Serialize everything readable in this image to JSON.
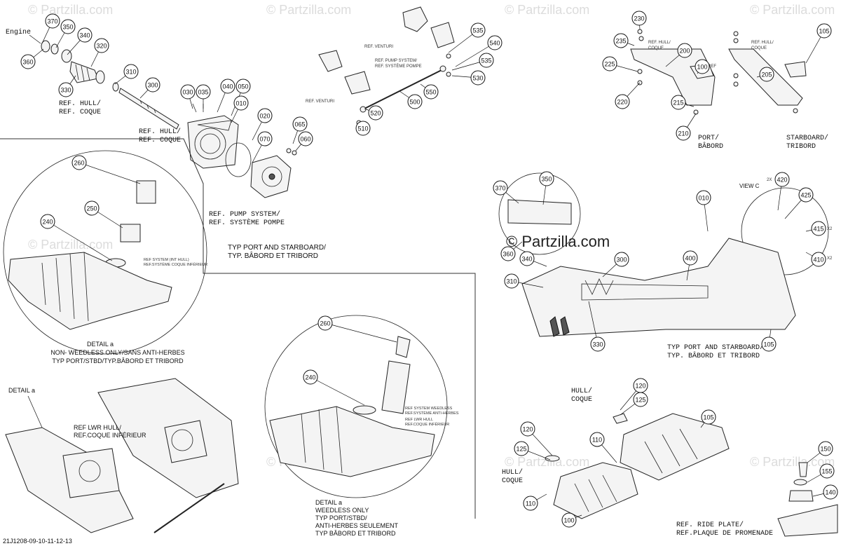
{
  "watermark": "© Partzilla.com",
  "drawing_code": "21J1208-09-10-11-12-13",
  "labels": {
    "engine": "Engine",
    "ref_hull_coque_1": "REF. HULL/",
    "ref_hull_coque_2": "REF. COQUE",
    "ref_hull_coque_b1": "REF. HULL/",
    "ref_hull_coque_b2": "REF. COQUE",
    "ref_pump_1": "REF. PUMP SYSTEM/",
    "ref_pump_2": "REF. SYSTÈME POMPE",
    "typ_port_1": "TYP PORT AND STARBOARD/",
    "typ_port_2": "TYP. BÂBORD ET TRIBORD",
    "ref_venturi_top": "REF. VENTURI",
    "ref_venturi_left": "REF. VENTURI",
    "ref_pump_sys_small_1": "REF. PUMP SYSTEM/",
    "ref_pump_sys_small_2": "REF. SYSTÈME POMPE",
    "ref_hull_small_1": "REF. HULL/",
    "ref_hull_small_2": "COQUE",
    "ref_hull_small_b1": "REF. HULL/",
    "ref_hull_small_b2": "COQUE",
    "ref_100": "REF",
    "port_1": "PORT/",
    "port_2": "BÂBORD",
    "starboard_1": "STARBOARD/",
    "starboard_2": "TRIBORD",
    "detail_a_1": "DETAIL a",
    "detail_a_2": "NON-  WEEDLESS ONLY/SANS ANTI-HERBES",
    "detail_a_3": "TYP PORT/STBD/TYP.BÂBORD ET TRIBORD",
    "detail_a_left": "DETAIL a",
    "ref_lwr_hull_1": "REF LWR HULL/",
    "ref_lwr_hull_2": "REF.COQUE INFÉRIEUR",
    "detail_b_1": "DETAIL a",
    "detail_b_2": "WEEDLESS ONLY",
    "detail_b_3": "TYP PORT/STBD/",
    "detail_b_4": "ANTI-HERBES SEULEMENT",
    "detail_b_5": "TYP BÂBORD ET TRIBORD",
    "view_c": "VIEW C",
    "x2_415": "X2",
    "x2_410": "X2",
    "x2_420": "2X",
    "typ_port_r1": "TYP PORT AND STARBOARD/",
    "typ_port_r2": "TYP. BÂBORD ET TRIBORD",
    "hull_coque_1a": "HULL/",
    "hull_coque_1b": "COQUE",
    "hull_coque_2a": "HULL/",
    "hull_coque_2b": "COQUE",
    "ref_ride_1": "REF. RIDE PLATE/",
    "ref_ride_2": "REF.PLAQUE DE PROMENADE",
    "tiny_ref_1": "REF SYSTEM (INT HULL)",
    "tiny_ref_2": "REF.SYSTÈME COQUE INFÉRIEUR",
    "tiny_ref_3": "REF SYSTEM WEEDLESS",
    "tiny_ref_4": "REF.SYSTÈME ANTI-HERBES",
    "tiny_ref_5": "REF LWR HULL",
    "tiny_ref_6": "REF.COQUE INFÉRIEUR"
  },
  "callouts": [
    {
      "id": "370"
    },
    {
      "id": "350"
    },
    {
      "id": "340"
    },
    {
      "id": "360"
    },
    {
      "id": "320"
    },
    {
      "id": "330"
    },
    {
      "id": "310"
    },
    {
      "id": "300"
    },
    {
      "id": "030"
    },
    {
      "id": "035"
    },
    {
      "id": "040"
    },
    {
      "id": "050"
    },
    {
      "id": "010"
    },
    {
      "id": "020"
    },
    {
      "id": "070"
    },
    {
      "id": "065"
    },
    {
      "id": "060"
    },
    {
      "id": "535"
    },
    {
      "id": "540"
    },
    {
      "id": "535b",
      "text": "535"
    },
    {
      "id": "530"
    },
    {
      "id": "550"
    },
    {
      "id": "500"
    },
    {
      "id": "520"
    },
    {
      "id": "510"
    },
    {
      "id": "230"
    },
    {
      "id": "235"
    },
    {
      "id": "200"
    },
    {
      "id": "225"
    },
    {
      "id": "100"
    },
    {
      "id": "220"
    },
    {
      "id": "215"
    },
    {
      "id": "210"
    },
    {
      "id": "105"
    },
    {
      "id": "205"
    },
    {
      "id": "260"
    },
    {
      "id": "250"
    },
    {
      "id": "240"
    },
    {
      "id": "260b",
      "text": "260"
    },
    {
      "id": "240b",
      "text": "240"
    },
    {
      "id": "370b",
      "text": "370"
    },
    {
      "id": "350b",
      "text": "350"
    },
    {
      "id": "360b",
      "text": "360"
    },
    {
      "id": "340b",
      "text": "340"
    },
    {
      "id": "310b",
      "text": "310"
    },
    {
      "id": "300b",
      "text": "300"
    },
    {
      "id": "330b",
      "text": "330"
    },
    {
      "id": "400"
    },
    {
      "id": "010b",
      "text": "010"
    },
    {
      "id": "420"
    },
    {
      "id": "425"
    },
    {
      "id": "415"
    },
    {
      "id": "410"
    },
    {
      "id": "105b",
      "text": "105"
    },
    {
      "id": "120"
    },
    {
      "id": "125"
    },
    {
      "id": "120b",
      "text": "120"
    },
    {
      "id": "125b",
      "text": "125"
    },
    {
      "id": "110"
    },
    {
      "id": "110b",
      "text": "110"
    },
    {
      "id": "105c",
      "text": "105"
    },
    {
      "id": "100b",
      "text": "100"
    },
    {
      "id": "150"
    },
    {
      "id": "155"
    },
    {
      "id": "140"
    }
  ]
}
